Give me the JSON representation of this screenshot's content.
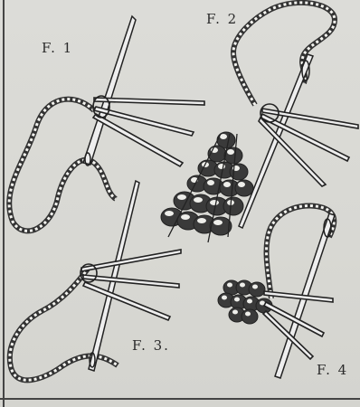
{
  "figures": [
    {
      "id": "f1",
      "label": "F. 1"
    },
    {
      "id": "f2",
      "label": "F. 2"
    },
    {
      "id": "f3",
      "label": "F. 3."
    },
    {
      "id": "f4",
      "label": "F. 4"
    }
  ],
  "colors": {
    "paper": "#d9d9d5",
    "ink": "#2a2a2a",
    "bead_dark": "#3a3a3a",
    "bead_light": "#eeeeea"
  }
}
